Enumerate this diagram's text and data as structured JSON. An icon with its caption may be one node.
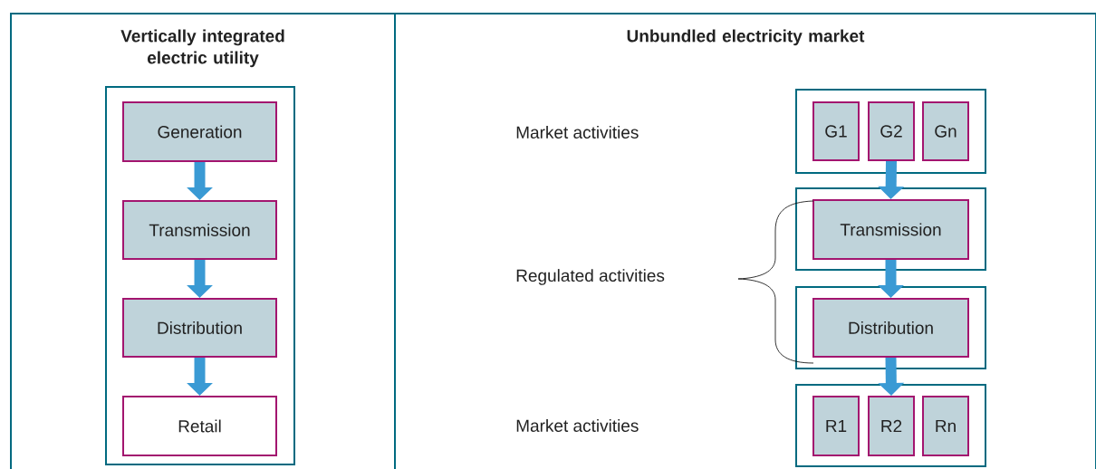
{
  "diagram": {
    "nodes": [
      {
        "text": [
          "Vertically integrated electric utility"
        ]
      },
      {
        "text": [],
        "shape": "box",
        "in": 0
      },
      {
        "text": [
          "Generation"
        ],
        "in": 1
      },
      {
        "text": [
          "Transmission"
        ],
        "in": 1
      },
      {
        "text": [
          "Distribution"
        ],
        "in": 1
      },
      {
        "text": [
          "Retail"
        ],
        "in": 1
      },
      {
        "text": [
          "Unbundled electricity market"
        ]
      },
      {
        "text": [],
        "shape": "box",
        "in": 6
      },
      {
        "text": [
          "G1"
        ],
        "in": 7
      },
      {
        "text": [
          "G2"
        ],
        "in": 7
      },
      {
        "text": [
          "Gn"
        ],
        "in": 7
      },
      {
        "text": [],
        "shape": "box",
        "in": 6
      },
      {
        "text": [
          "Transmission"
        ],
        "in": 11
      },
      {
        "text": [],
        "shape": "box",
        "in": 6
      },
      {
        "text": [
          "Distribution"
        ],
        "in": 13
      },
      {
        "text": [],
        "shape": "box",
        "in": 6
      },
      {
        "text": [
          "R1"
        ],
        "in": 15
      },
      {
        "text": [
          "R2"
        ],
        "in": 15
      },
      {
        "text": [
          "Rn"
        ],
        "in": 15
      }
    ],
    "edges": [
      {
        "from": 2,
        "to": 3,
        "arrow": "to"
      },
      {
        "from": 3,
        "to": 4,
        "arrow": "to"
      },
      {
        "from": 4,
        "to": 5,
        "arrow": "to"
      },
      {
        "from": 9,
        "to": 12,
        "arrow": "to"
      },
      {
        "from": 12,
        "to": 14,
        "arrow": "to"
      },
      {
        "from": 14,
        "to": 17,
        "arrow": "to"
      }
    ],
    "labels": [
      "Market activities",
      "Regulated activities",
      "Market activities"
    ]
  }
}
